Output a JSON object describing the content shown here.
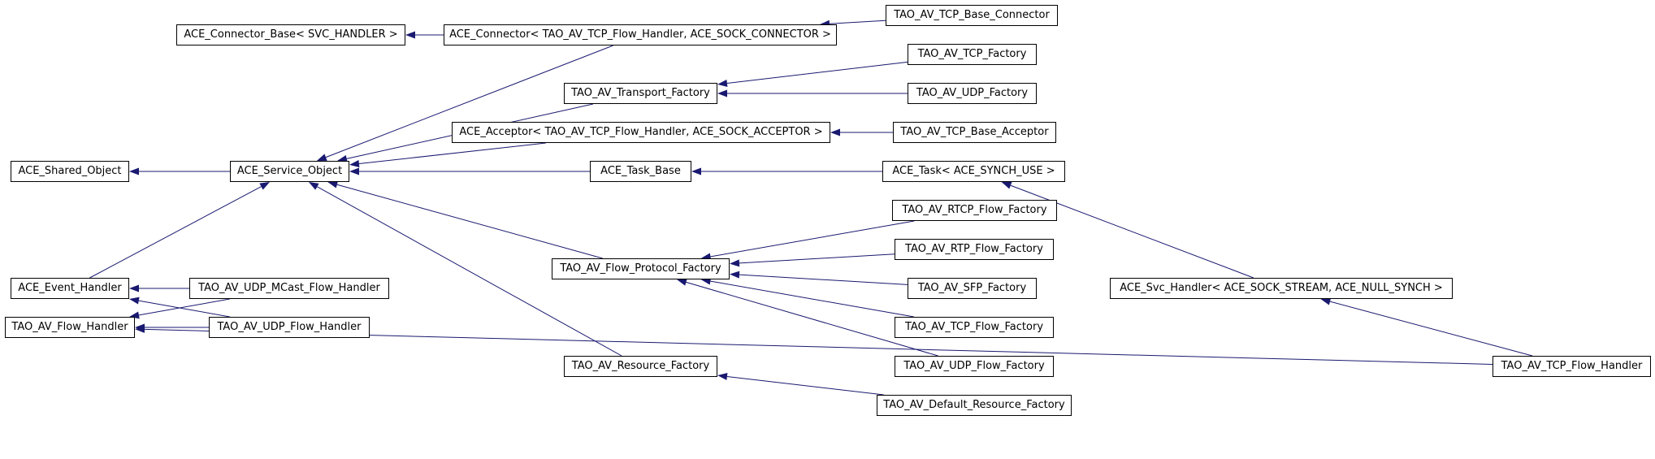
{
  "colors": {
    "edge": "#191970",
    "node_border": "#000000",
    "node_fill": "#ffffff"
  },
  "nodes": {
    "connector_base": "ACE_Connector_Base< SVC_HANDLER >",
    "connector": "ACE_Connector< TAO_AV_TCP_Flow_Handler, ACE_SOCK_CONNECTOR >",
    "tcp_base_connector": "TAO_AV_TCP_Base_Connector",
    "tcp_factory": "TAO_AV_TCP_Factory",
    "transport_factory": "TAO_AV_Transport_Factory",
    "udp_factory": "TAO_AV_UDP_Factory",
    "acceptor": "ACE_Acceptor< TAO_AV_TCP_Flow_Handler, ACE_SOCK_ACCEPTOR >",
    "tcp_base_acceptor": "TAO_AV_TCP_Base_Acceptor",
    "shared_object": "ACE_Shared_Object",
    "service_object": "ACE_Service_Object",
    "task_base": "ACE_Task_Base",
    "task": "ACE_Task< ACE_SYNCH_USE >",
    "rtcp_flow_factory": "TAO_AV_RTCP_Flow_Factory",
    "rtp_flow_factory": "TAO_AV_RTP_Flow_Factory",
    "event_handler": "ACE_Event_Handler",
    "udp_mcast_flow_handler": "TAO_AV_UDP_MCast_Flow_Handler",
    "flow_protocol_factory": "TAO_AV_Flow_Protocol_Factory",
    "sfp_factory": "TAO_AV_SFP_Factory",
    "svc_handler": "ACE_Svc_Handler< ACE_SOCK_STREAM, ACE_NULL_SYNCH >",
    "flow_handler": "TAO_AV_Flow_Handler",
    "udp_flow_handler": "TAO_AV_UDP_Flow_Handler",
    "tcp_flow_factory": "TAO_AV_TCP_Flow_Factory",
    "resource_factory": "TAO_AV_Resource_Factory",
    "udp_flow_factory": "TAO_AV_UDP_Flow_Factory",
    "tcp_flow_handler": "TAO_AV_TCP_Flow_Handler",
    "default_resource_factory": "TAO_AV_Default_Resource_Factory"
  },
  "edges": [
    {
      "from": "connector",
      "to": "connector_base"
    },
    {
      "from": "tcp_base_connector",
      "to": "connector"
    },
    {
      "from": "connector",
      "to": "service_object"
    },
    {
      "from": "tcp_factory",
      "to": "transport_factory"
    },
    {
      "from": "udp_factory",
      "to": "transport_factory"
    },
    {
      "from": "transport_factory",
      "to": "service_object"
    },
    {
      "from": "tcp_base_acceptor",
      "to": "acceptor"
    },
    {
      "from": "acceptor",
      "to": "service_object"
    },
    {
      "from": "service_object",
      "to": "shared_object"
    },
    {
      "from": "task_base",
      "to": "service_object"
    },
    {
      "from": "task",
      "to": "task_base"
    },
    {
      "from": "svc_handler",
      "to": "task"
    },
    {
      "from": "event_handler",
      "to": "service_object"
    },
    {
      "from": "flow_protocol_factory",
      "to": "service_object"
    },
    {
      "from": "resource_factory",
      "to": "service_object"
    },
    {
      "from": "rtcp_flow_factory",
      "to": "flow_protocol_factory"
    },
    {
      "from": "rtp_flow_factory",
      "to": "flow_protocol_factory"
    },
    {
      "from": "sfp_factory",
      "to": "flow_protocol_factory"
    },
    {
      "from": "tcp_flow_factory",
      "to": "flow_protocol_factory"
    },
    {
      "from": "udp_flow_factory",
      "to": "flow_protocol_factory"
    },
    {
      "from": "udp_mcast_flow_handler",
      "to": "event_handler"
    },
    {
      "from": "udp_mcast_flow_handler",
      "to": "flow_handler"
    },
    {
      "from": "udp_flow_handler",
      "to": "event_handler"
    },
    {
      "from": "udp_flow_handler",
      "to": "flow_handler"
    },
    {
      "from": "default_resource_factory",
      "to": "resource_factory"
    },
    {
      "from": "tcp_flow_handler",
      "to": "svc_handler"
    },
    {
      "from": "tcp_flow_handler",
      "to": "flow_handler"
    }
  ]
}
